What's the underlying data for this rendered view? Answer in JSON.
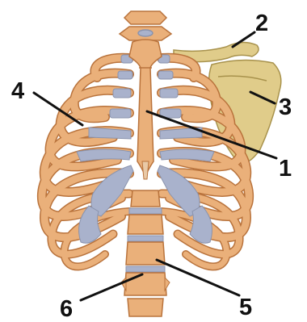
{
  "labels": [
    {
      "id": "1",
      "text": "1"
    },
    {
      "id": "2",
      "text": "2"
    },
    {
      "id": "3",
      "text": "3"
    },
    {
      "id": "4",
      "text": "4"
    },
    {
      "id": "5",
      "text": "5"
    },
    {
      "id": "6",
      "text": "6"
    }
  ],
  "colors": {
    "background": "#ffffff",
    "bone": "#e8ad73",
    "bone_outline": "#b9733c",
    "cartilage": "#a9b2cc",
    "scapula_clavicle": "#e0cc8a",
    "scapula_outline": "#a8924c",
    "leader_line": "#111111"
  }
}
